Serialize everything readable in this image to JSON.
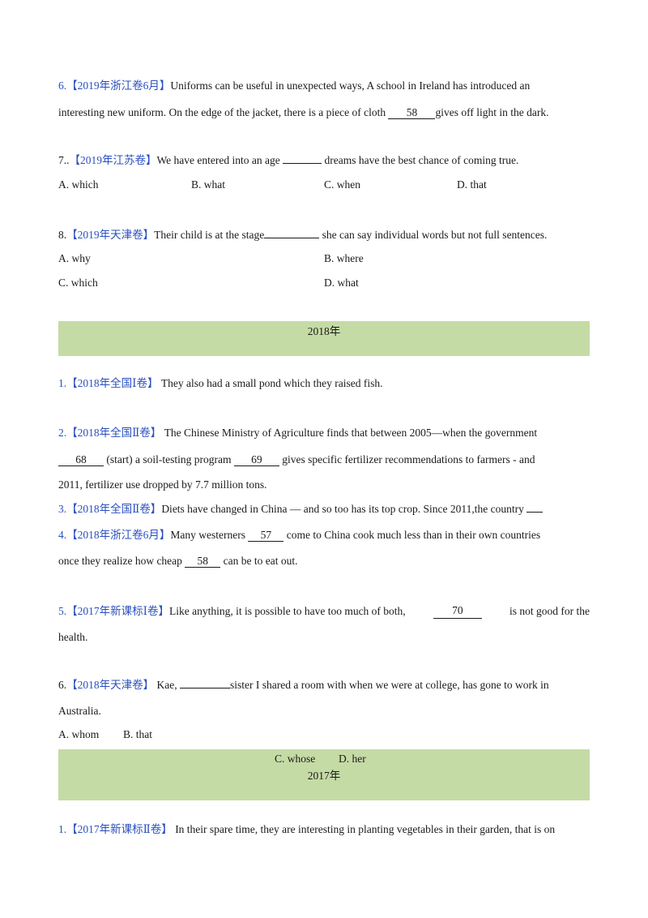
{
  "q2019": {
    "q6": {
      "num": "6.",
      "tag": "【2019年浙江卷6月】",
      "text1": "Uniforms can be useful in unexpected ways, A school in Ireland has introduced an",
      "text2a": "interesting new uniform. On the edge of the jacket, there is a piece of cloth",
      "blank": "58",
      "text2b": "gives off light in the dark."
    },
    "q7": {
      "num": "7..",
      "tag": "【2019年江苏卷】",
      "text_a": "We have entered into an age",
      "text_b": "dreams have the best chance of coming true.",
      "options": [
        "A. which",
        "B. what",
        "C. when",
        "D. that"
      ]
    },
    "q8": {
      "num": "8.",
      "tag": "【2019年天津卷】",
      "text_a": "Their child is at the stage",
      "text_b": "she can say individual words but not full sentences.",
      "options": [
        "A. why",
        "B. where",
        "C. which",
        "D. what"
      ]
    }
  },
  "band_2018": {
    "label": "2018年"
  },
  "q2018": {
    "q1": {
      "num": "1.",
      "tag": "【2018年全国Ⅰ卷】",
      "text": "They also  had a small pond which they raised fish."
    },
    "q2": {
      "num": "2.",
      "tag": "【2018年全国Ⅱ卷】",
      "text1": "The Chinese Ministry of Agriculture finds that between 2005—when the government",
      "blank1": "68",
      "text2a": "(start) a soil-testing program",
      "blank2": "69",
      "text2b": "gives specific fertilizer recommendations to farmers - and",
      "text3": "2011, fertilizer use dropped by 7.7 million tons."
    },
    "q3": {
      "num": "3.",
      "tag": "【2018年全国Ⅱ卷】",
      "text": "Diets have changed in China — and so too has its top crop. Since 2011,the country"
    },
    "q4": {
      "num": "4.",
      "tag": "【2018年浙江卷6月】",
      "text1a": "Many westerners",
      "blank1": "57",
      "text1b": "come to China cook much less than in their own countries",
      "text2a": "once they realize how cheap",
      "blank2": "58",
      "text2b": "can be to eat out."
    },
    "q5": {
      "num": "5.",
      "tag": "【2017年新课标Ⅰ卷】",
      "text1a": "Like anything, it is possible to have too much of both,",
      "blank": "70",
      "text1b": "is not good for the",
      "text2": "health."
    },
    "q6": {
      "num": "6.",
      "tag": "【2018年天津卷】",
      "text1a": "Kae,",
      "text1b": "sister I shared a room with when we were at college, has gone to work in",
      "text2": "Australia.",
      "options": [
        "A. whom",
        "B. that",
        "C. whose",
        "D. her"
      ]
    }
  },
  "band_2017": {
    "label": "2017年"
  },
  "q2017": {
    "q1": {
      "num": "1.",
      "tag": "【2017年新课标Ⅱ卷】",
      "text": "In their spare time, they are interesting in planting vegetables in their garden, that is on"
    }
  }
}
